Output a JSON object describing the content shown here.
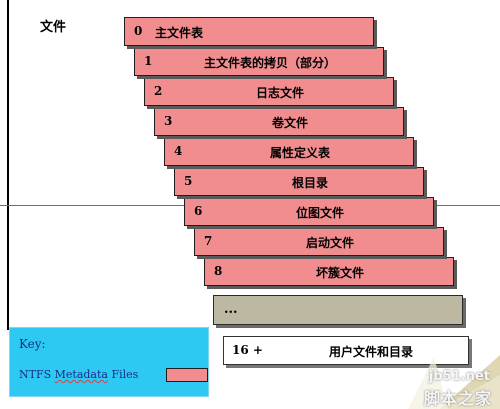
{
  "diagram": {
    "title": "文件",
    "entries": [
      {
        "num": "0",
        "label": "主文件表"
      },
      {
        "num": "1",
        "label": "主文件表的拷贝（部分）"
      },
      {
        "num": "2",
        "label": "日志文件"
      },
      {
        "num": "3",
        "label": "卷文件"
      },
      {
        "num": "4",
        "label": "属性定义表"
      },
      {
        "num": "5",
        "label": "根目录"
      },
      {
        "num": "6",
        "label": "位图文件"
      },
      {
        "num": "7",
        "label": "启动文件"
      },
      {
        "num": "8",
        "label": "坏簇文件"
      }
    ],
    "ellipsis": "...",
    "user_files": {
      "num": "16 +",
      "label": "用户文件和目录"
    },
    "key": {
      "title": "Key:",
      "entry_prefix": "NTFS ",
      "entry_underlined": "Metadata",
      "entry_suffix": " Files"
    },
    "colors": {
      "metadata_fill": "#f28d8f",
      "ellipsis_fill": "#bdb8a2",
      "key_background": "#2ec9f2",
      "divider_line": "#e0403c"
    }
  },
  "watermark": {
    "site": "jb51.net",
    "name": "脚本之家"
  }
}
